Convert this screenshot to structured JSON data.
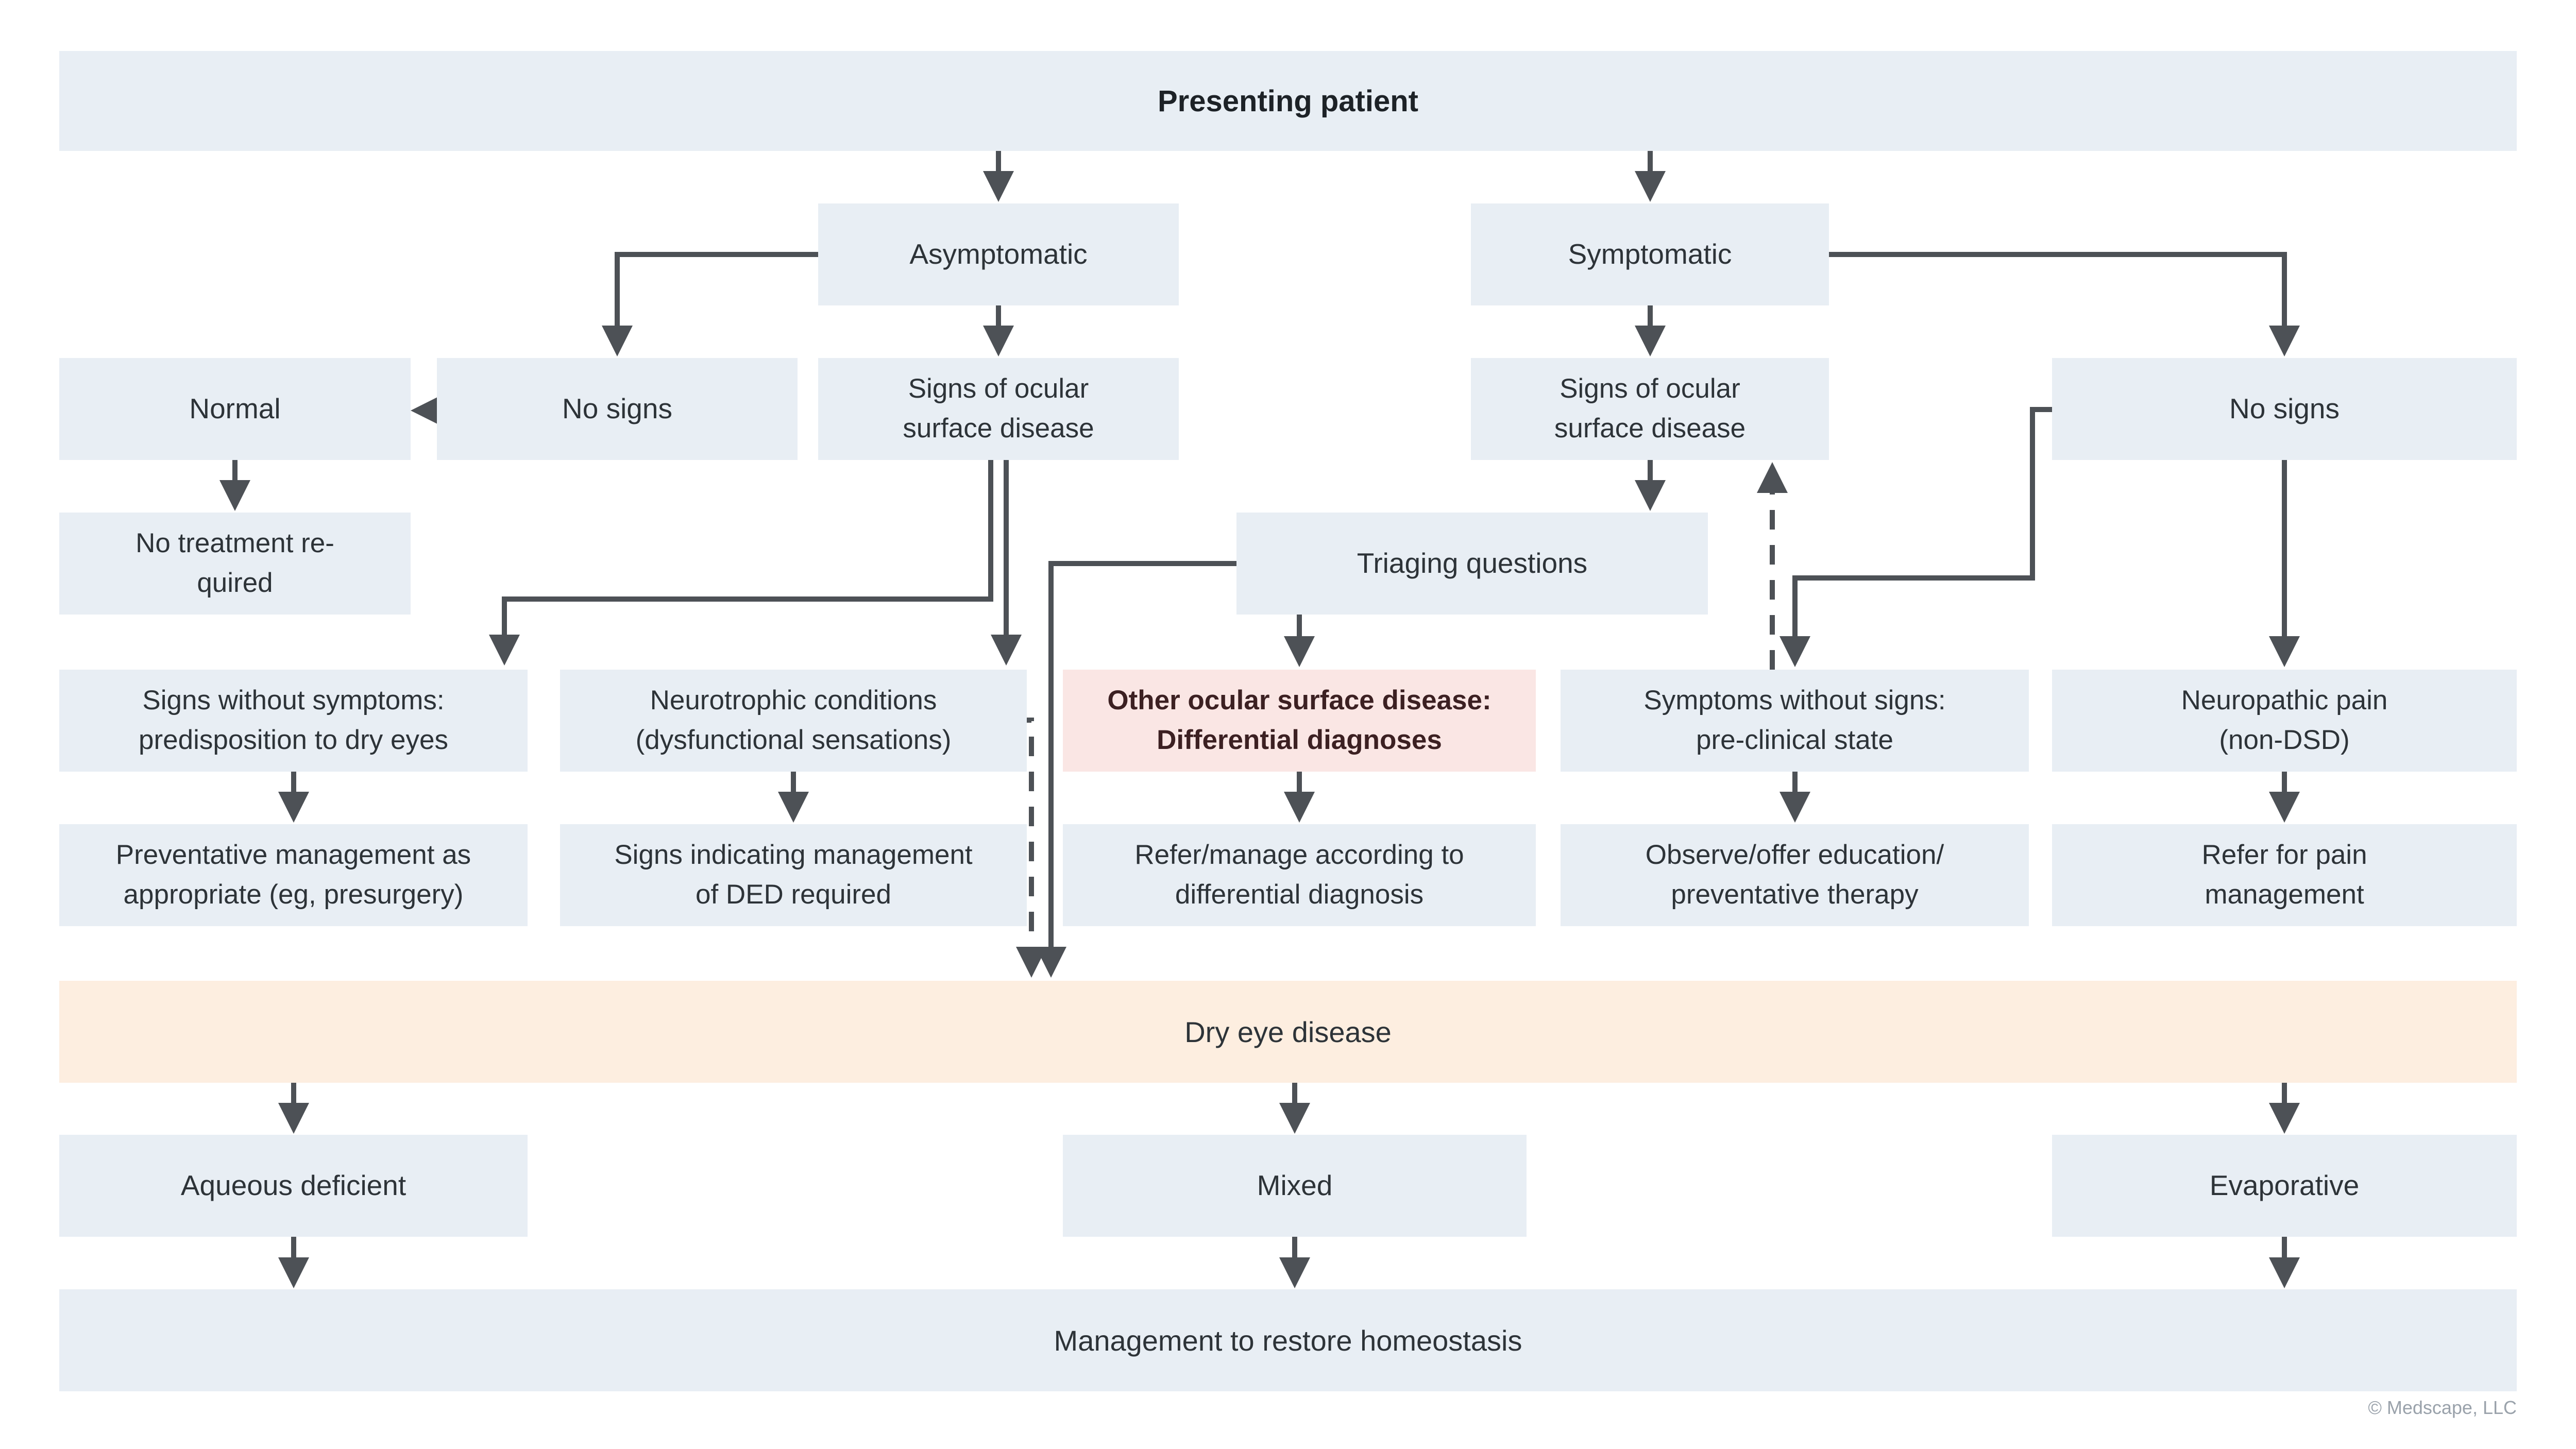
{
  "diagram_title": "Presenting patient",
  "colors": {
    "node_fill_blue": "#e8eef4",
    "node_fill_pink": "#fae6e4",
    "banner_fill_peach": "#fdeee0",
    "text_dark": "#2d3338",
    "pink_text": "#3c2022",
    "arrow_gray": "#4d5156",
    "footer_gray": "#9aa2ab"
  },
  "nodes": {
    "presenting": "Presenting patient",
    "asymptomatic": "Asymptomatic",
    "symptomatic": "Symptomatic",
    "normal": "Normal",
    "no_signs_left": "No signs",
    "signs_osd_left": "Signs of ocular\nsurface disease",
    "signs_osd_right": "Signs of ocular\nsurface disease",
    "no_signs_right": "No signs",
    "no_treatment": "No treatment re-\nquired",
    "triaging": "Triaging questions",
    "signs_wo_symptoms": "Signs without symptoms:\npredisposition to dry eyes",
    "neurotrophic": "Neurotrophic conditions\n(dysfunctional sensations)",
    "other_osd": "Other ocular surface disease:\nDifferential diagnoses",
    "symptoms_wo_signs": "Symptoms without signs:\npre-clinical state",
    "neuropathic": "Neuropathic pain\n(non-DSD)",
    "preventative": "Preventative management as\nappropriate (eg, presurgery)",
    "signs_indicating": "Signs indicating management\nof DED required",
    "refer_manage": "Refer/manage according to\ndifferential diagnosis",
    "observe": "Observe/offer education/\npreventative therapy",
    "refer_pain": "Refer for pain\nmanagement",
    "dry_eye_disease": "Dry eye disease",
    "aqueous": "Aqueous deficient",
    "mixed": "Mixed",
    "evaporative": "Evaporative",
    "management": "Management to restore homeostasis"
  },
  "footer": "© Medscape, LLC"
}
